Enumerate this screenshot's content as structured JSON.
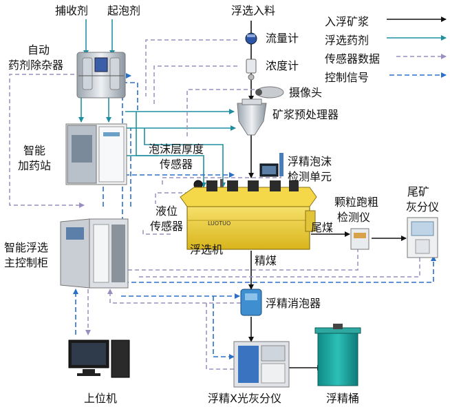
{
  "labels": {
    "collector": "捕收剂",
    "frother": "起泡剂",
    "feed": "浮选入料",
    "flowmeter": "流量计",
    "densimeter": "浓度计",
    "camera": "摄像头",
    "auto_remover_1": "自动",
    "auto_remover_2": "药剂除杂器",
    "pretreat": "矿浆预处理器",
    "dosing_1": "智能",
    "dosing_2": "加药站",
    "froth_sensor_1": "泡沫层厚度",
    "froth_sensor_2": "传感器",
    "froth_detect_1": "浮精泡沫",
    "froth_detect_2": "检测单元",
    "level_sensor_1": "液位",
    "level_sensor_2": "传感器",
    "particle_1": "颗粒跑粗",
    "particle_2": "检测仪",
    "tail_ash_1": "尾矿",
    "tail_ash_2": "灰分仪",
    "tailing_coal": "尾煤",
    "cabinet_1": "智能浮选",
    "cabinet_2": "主控制柜",
    "machine": "浮选机",
    "concentrate": "精煤",
    "defoamer": "浮精消泡器",
    "host_pc": "上位机",
    "xray": "浮精X光灰分仪",
    "bucket": "浮精桶"
  },
  "legend": [
    {
      "label": "入浮矿浆",
      "style": "black-solid"
    },
    {
      "label": "浮选药剂",
      "style": "teal-solid"
    },
    {
      "label": "传感器数据",
      "style": "purple-dashed"
    },
    {
      "label": "控制信号",
      "style": "blue-dashed"
    }
  ],
  "colors": {
    "slurry": "#111111",
    "reagent": "#1f8fa0",
    "sensor": "#9a8ec0",
    "control": "#2a6fc9",
    "machine_yellow": "#f0d23a",
    "cabinet_grey": "#dcdfe3"
  },
  "machine_brand": "LUOTUO"
}
